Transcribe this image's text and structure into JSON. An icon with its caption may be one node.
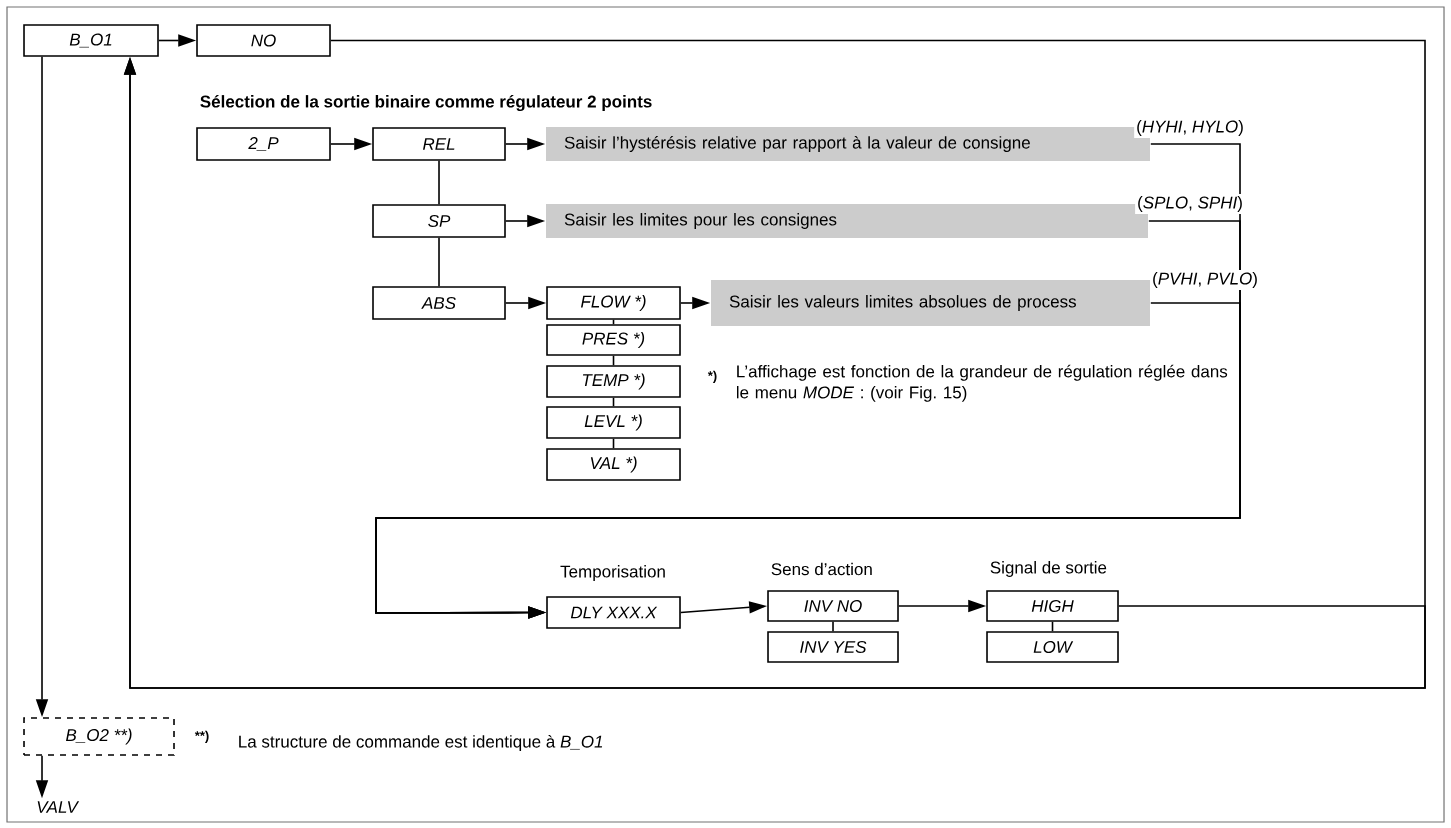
{
  "diagram": {
    "title": "Sélection de la sortie binaire comme régulateur 2 points",
    "nodes": [
      {
        "text": [
          "B_O1"
        ]
      },
      {
        "text": [
          "NO"
        ]
      },
      {
        "text": [
          "2_P"
        ]
      },
      {
        "text": [
          "REL"
        ]
      },
      {
        "text": [
          "Saisir l’hystérésis relative par rapport à la valeur de consigne"
        ]
      },
      {
        "text": [
          "SP"
        ]
      },
      {
        "text": [
          "Saisir les limites pour les consignes"
        ]
      },
      {
        "text": [
          "ABS"
        ]
      },
      {
        "text": [
          "FLOW *)"
        ]
      },
      {
        "text": [
          "PRES *)"
        ]
      },
      {
        "text": [
          "TEMP *)"
        ]
      },
      {
        "text": [
          "LEVL *)"
        ]
      },
      {
        "text": [
          "VAL *)"
        ]
      },
      {
        "text": [
          "Saisir les valeurs limites absolues de process"
        ]
      },
      {
        "text": [
          "DLY XXX.X"
        ],
        "beside": [
          "Temporisation"
        ]
      },
      {
        "text": [
          "INV NO"
        ],
        "beside": [
          "Sens d’action"
        ]
      },
      {
        "text": [
          "INV YES"
        ]
      },
      {
        "text": [
          "HIGH"
        ],
        "beside": [
          "Signal de sortie"
        ]
      },
      {
        "text": [
          "LOW"
        ]
      },
      {
        "text": [
          "B_O2 **)"
        ]
      },
      {
        "text": [
          "VALV"
        ]
      }
    ],
    "edges": [
      {
        "from": 0,
        "to": 1,
        "arrow": "to"
      },
      {
        "from": 1,
        "to": 0,
        "arrow": "to"
      },
      {
        "from": 17,
        "to": 0,
        "arrow": "to"
      },
      {
        "from": 0,
        "to": 19,
        "arrow": "to"
      },
      {
        "from": 19,
        "to": 20,
        "arrow": "to"
      },
      {
        "from": 2,
        "to": 3,
        "arrow": "to"
      },
      {
        "from": 3,
        "to": 4,
        "arrow": "to"
      },
      {
        "from": 3,
        "to": 5,
        "arrow": "none"
      },
      {
        "from": 5,
        "to": 6,
        "arrow": "to"
      },
      {
        "from": 5,
        "to": 7,
        "arrow": "none"
      },
      {
        "from": 7,
        "to": 8,
        "arrow": "to"
      },
      {
        "from": 8,
        "to": 13,
        "arrow": "to"
      },
      {
        "from": 8,
        "to": 9,
        "arrow": "none"
      },
      {
        "from": 9,
        "to": 10,
        "arrow": "none"
      },
      {
        "from": 10,
        "to": 11,
        "arrow": "none"
      },
      {
        "from": 11,
        "to": 12,
        "arrow": "none"
      },
      {
        "from": 4,
        "to": 14,
        "arrow": "to",
        "label": "(*HYHI*, *HYLO*)"
      },
      {
        "from": 6,
        "to": 14,
        "arrow": "to",
        "label": "(*SPLO*, *SPHI*)"
      },
      {
        "from": 13,
        "to": 14,
        "arrow": "to",
        "label": "(*PVHI*, *PVLO*)"
      },
      {
        "from": 14,
        "to": 15,
        "arrow": "to"
      },
      {
        "from": 15,
        "to": 16,
        "arrow": "none"
      },
      {
        "from": 15,
        "to": 17,
        "arrow": "to"
      },
      {
        "from": 17,
        "to": 18,
        "arrow": "none"
      }
    ],
    "labels": [
      "*)",
      "L’affichage est fonction de la grandeur de régulation réglée dans le menu *MODE* : (voir Fig. 15)",
      "**)",
      "La structure de commande est identique à *B_O1*"
    ]
  }
}
